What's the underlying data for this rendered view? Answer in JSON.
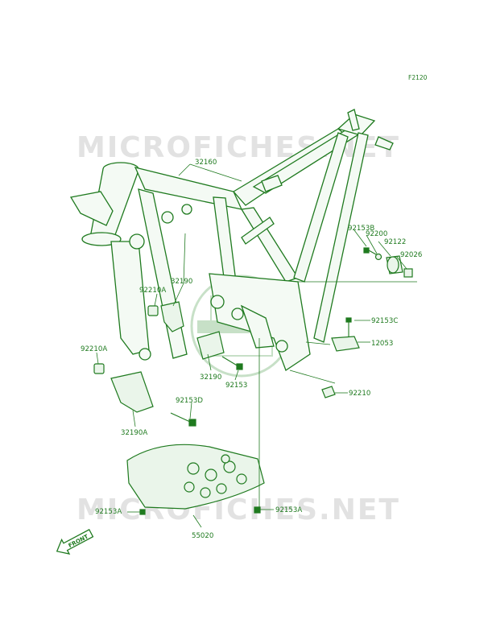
{
  "figure_code": "F2120",
  "watermark": "MICROFICHES.NET",
  "front_marker": "FRONT",
  "colors": {
    "line": "#1f7a1f",
    "watermark": "#e2e2e2",
    "background": "#ffffff"
  },
  "labels": {
    "l32160": "32160",
    "l92153B": "92153B",
    "l92200": "92200",
    "l92122": "92122",
    "l92026": "92026",
    "l92210A_top": "92210A",
    "l32190_top": "32190",
    "l92153C": "92153C",
    "l12053": "12053",
    "l92210A_left": "92210A",
    "l32190_mid": "32190",
    "l92153": "92153",
    "l92210": "92210",
    "l92153D": "92153D",
    "l32190A": "32190A",
    "l92153A_left": "92153A",
    "l92153A_right": "92153A",
    "l55020": "55020"
  }
}
